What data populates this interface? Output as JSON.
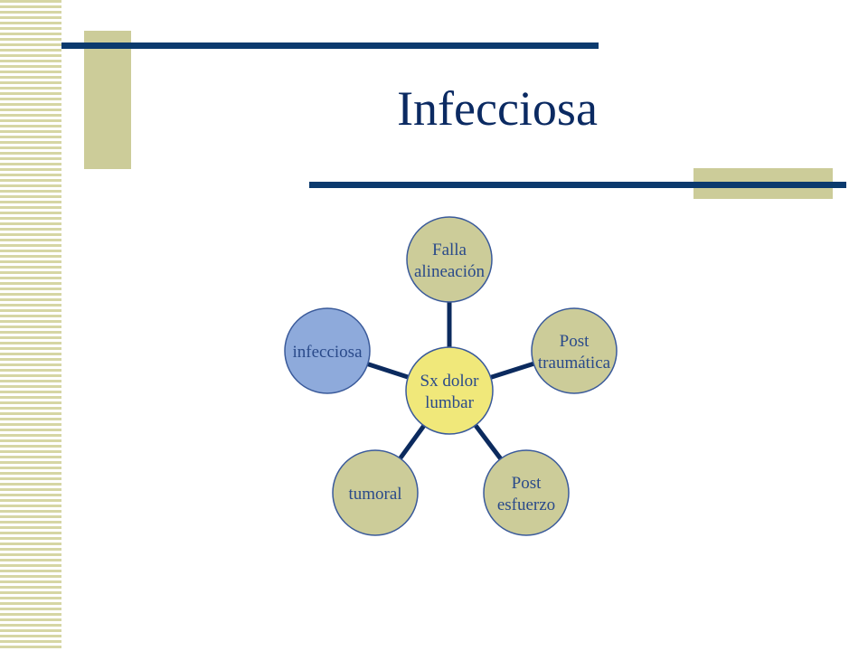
{
  "slide": {
    "title": "Infecciosa"
  },
  "colors": {
    "accent_navy": "#0b3a6e",
    "khaki": "#cccc99",
    "center_yellow": "#f0e87a",
    "highlight_blue": "#8eaadb",
    "node_border": "#3a5a9a",
    "connector": "#0b2a5e",
    "node_text": "#2a4a8a",
    "stripe": "#d6d6a4"
  },
  "diagram": {
    "center": {
      "lines": [
        "Sx dolor",
        "lumbar"
      ]
    },
    "nodes": [
      {
        "id": "falla-alineacion",
        "lines": [
          "Falla",
          "alineación"
        ],
        "highlight": false
      },
      {
        "id": "post-traumatica",
        "lines": [
          "Post",
          "traumática"
        ],
        "highlight": false
      },
      {
        "id": "post-esfuerzo",
        "lines": [
          "Post",
          "esfuerzo"
        ],
        "highlight": false
      },
      {
        "id": "tumoral",
        "lines": [
          "tumoral"
        ],
        "highlight": false
      },
      {
        "id": "infecciosa",
        "lines": [
          "infecciosa"
        ],
        "highlight": true
      }
    ]
  }
}
